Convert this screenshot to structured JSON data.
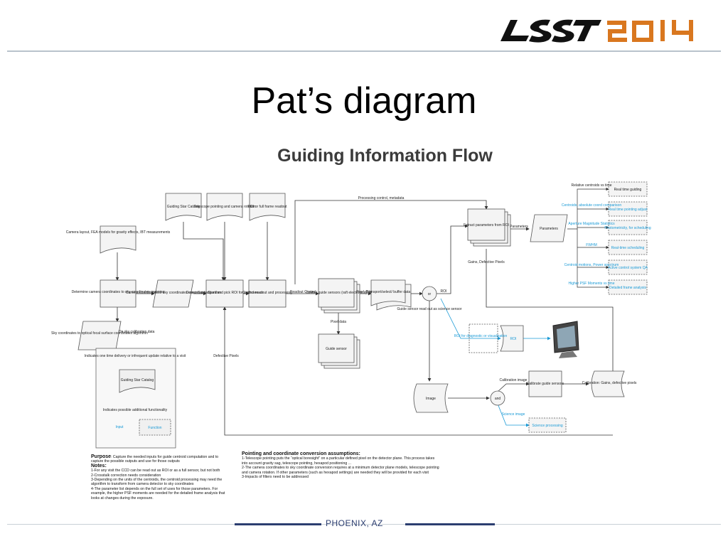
{
  "logo": {
    "part1": "LSST",
    "part2": "2014"
  },
  "slide_title": "Pat’s diagram",
  "diagram_title": "Guiding Information Flow",
  "nodes": {
    "camera_layout": "Camera layout, FEA models for gravity effects, IBT measurements",
    "determine_coords": "Determine camera coordinates to sky coordinates mapping",
    "sky_to_focal": "Sky coordinates to optical focal surface coordinates algorithm",
    "on_sky_calib": "On sky calibration data",
    "camera_to_sky_algo": "Camera coordinates to sky coordinates conversion algorithm",
    "guide_star_catalog": "Guiding Star Catalog",
    "telescope_pointing": "Telescope pointing and camera rotation",
    "roi_or_full": "ROI or full frame readout",
    "detect_guide_stars": "Detect Guide Stars and pick ROI for each sensor",
    "control_readout": "Control readout and processing",
    "control_guide_sensors": "Control guide sensors (raft electronics)",
    "guide_sensor": "Guide sensor",
    "transport": "Transport/select/ buffer data",
    "or1": "or",
    "extract_params": "Extract parameters from ROI",
    "parameters_block": "Parameters",
    "roi_diag": "ROI for diagnostic or visualization",
    "roi": "ROI",
    "image": "Image",
    "and1": "and",
    "calibrate_guide": "Calibrate guide sensors",
    "calibration_out": "Calibration: Gains, defective pixels",
    "science_processing": "Science processing"
  },
  "edge_labels": {
    "processing_control": "Processing control, metadata",
    "readout_control": "Readout Control",
    "pixel_data": "Pixel data",
    "pixel_data2": "Pixel data",
    "roi_label": "ROI",
    "guide_sensor_science": "Guide sensor read out as science sensor",
    "gains_defective": "Gains, Defective Pixels",
    "defective_pixels": "Defective Pixels",
    "parameters_label": "Parameters",
    "calibration_image": "Calibration image",
    "science_image": "Science image"
  },
  "outputs": [
    {
      "label": "Relative centroids vs time",
      "target": "Real time guiding"
    },
    {
      "label": "Centroids, absolute coord comparison",
      "target": "Real time pointing adjust"
    },
    {
      "label": "Aperture Magnitude Statistics",
      "target": "Photometricity, for scheduling"
    },
    {
      "label": "FWHM",
      "target": "Real-time scheduling"
    },
    {
      "label": "Centroid motions, Power spectrum",
      "target": "Active control system QA"
    },
    {
      "label": "Higher PSF Moments vs time",
      "target": "Detailed frame analysis"
    }
  ],
  "legend": {
    "one_time": "Indicates one time delivery or infrequent update relative to a visit",
    "legend_catalog": "Guiding Star Catalog",
    "additional": "Indicates possible additional functionality",
    "input": "Input",
    "function": "Function"
  },
  "purpose": {
    "label": "Purpose",
    "text": "Capture the needed inputs for guide centroid computation and to capture the possible outputs and use for those outputs",
    "notes_title": "Notes:",
    "notes": [
      "1-For any visit the CCD can be read out as ROI or as a full sensor, but not both",
      "2-Crosstalk correction needs consideration",
      "3-Depending on the units of the centroids, the centroid processing may need the algorithm to transform from camera detector to sky coordinates",
      "4-The parameter list depends on the full set of uses for those parameters. For example, the higher PSF moments are needed for the detailed frame analysis that looks at changes during the exposure."
    ]
  },
  "assumptions": {
    "title": "Pointing and coordinate conversion assumptions:",
    "items": [
      "1-Telescope pointing puts the “optical boresight” on a particular defined pixel on the detector plane. This process takes into account gravity sag, telescope pointing, hexapod positioning ...",
      "2-The camera coordinates to sky coordinate conversion requires at a minimum detector plane models, telescope pointing and camera rotation. If other parameters (such as hexapod settings) are needed they will be provided for each visit",
      "3-Impacts of filters need to be addressed"
    ]
  },
  "footer": "PHOENIX, AZ"
}
